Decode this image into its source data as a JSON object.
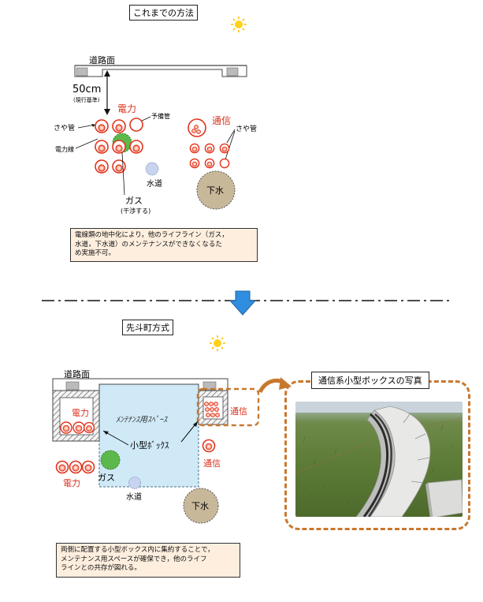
{
  "top": {
    "title": "これまでの方法",
    "road_label": "道路面",
    "depth_label": "50cm",
    "depth_note": "(現行基準)",
    "power_label": "電力",
    "spare_pipe_label": "予備管",
    "sheath_pipe_label": "さや管",
    "power_line_label": "電力線",
    "telecom_label": "通信",
    "telecom_sheath_label": "さや管",
    "water_label": "水道",
    "sewer_label": "下水",
    "gas_label": "ガス",
    "gas_note": "(干渉する)",
    "note_lines": [
      "電線類の地中化により，他のライフライン（ガス，",
      "水道，下水道）のメンテナンスができなくなるた",
      "め実施不可。"
    ]
  },
  "bottom": {
    "title": "先斗町方式",
    "road_label": "道路面",
    "power_box_label": "電力",
    "telecom_box_label": "通信",
    "maintenance_space_label": "ﾒﾝﾃﾅﾝｽ用ｽﾍﾟｰｽ",
    "small_box_label": "小型ﾎﾞｯｸｽ",
    "telecom_label": "通信",
    "gas_label": "ガス",
    "power_label": "電力",
    "water_label": "水道",
    "sewer_label": "下水",
    "photo_title": "通信系小型ボックスの写真",
    "note_lines": [
      "両側に配置する小型ボックス内に集約することで，",
      "メンテナンス用スペースが確保でき，他のライフ",
      "ラインとの共存が図れる。"
    ]
  },
  "colors": {
    "power_red": "#d9301e",
    "telecom_red": "#d9301e",
    "gas_green": "#5cb84a",
    "water_blue": "#c7d3ef",
    "sewer_tan": "#c8b89a",
    "maintenance_blue": "#cfe9f7",
    "photo_frame_orange": "#c8782e",
    "arrow_blue": "#2f8ee0"
  },
  "icons": [
    "sun-icon",
    "down-arrow-icon",
    "curved-arrow-icon"
  ]
}
